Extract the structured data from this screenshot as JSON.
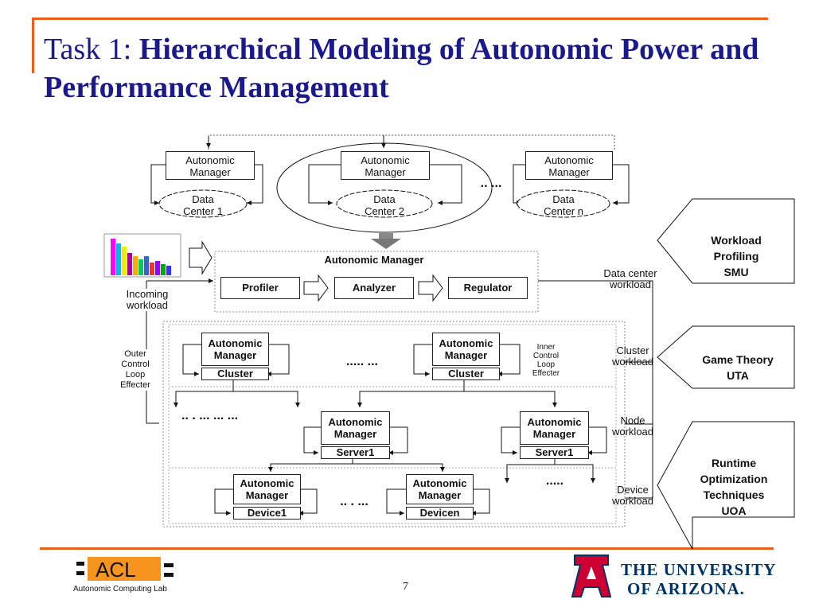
{
  "title": {
    "prefix": "Task 1: ",
    "main": "Hierarchical Modeling of Autonomic Power and Performance Management"
  },
  "top_row": {
    "am": [
      "Autonomic\nManager",
      "Autonomic\nManager",
      "Autonomic\nManager"
    ],
    "dc": [
      "Data\nCenter 1",
      "Data\nCenter 2",
      "Data\nCenter n"
    ],
    "dots": ".. ..."
  },
  "center_am": {
    "title": "Autonomic Manager",
    "profiler": "Profiler",
    "analyzer": "Analyzer",
    "regulator": "Regulator"
  },
  "labels": {
    "incoming": "Incoming\nworkload",
    "dc_workload": "Data center\nworkload",
    "outer": "Outer\nControl\nLoop\nEffecter",
    "inner": "Inner\nControl\nLoop\nEffecter",
    "cluster_workload": "Cluster\nworkload",
    "node_workload": "Node\nworkload",
    "device_workload": "Device\nworkload"
  },
  "cluster_level": {
    "am": "Autonomic\nManager",
    "unit": "Cluster",
    "dots": "..... ..."
  },
  "server_level": {
    "am": "Autonomic\nManager",
    "unit": "Server1",
    "dots_left": ".. . ... ... ...",
    "dots_right": "....."
  },
  "device_level": {
    "am": "Autonomic\nManager",
    "unit1": "Device1",
    "unitn": "Devicen",
    "dots": ".. . ..."
  },
  "side": {
    "workload": "Workload\nProfiling\nSMU",
    "game": "Game Theory\nUTA",
    "runtime": "Runtime\nOptimization\nTechniques\nUOA"
  },
  "footer": {
    "acl": "ACL",
    "lab": "Autonomic Computing Lab",
    "page": "7",
    "univ_line1": "THE UNIVERSITY",
    "univ_line2": "OF ARIZONA."
  },
  "colors": {
    "accent": "#e8601c",
    "title": "#1a1a8c",
    "acl_orange": "#f7941d",
    "arizona_red": "#cc0033",
    "arizona_navy": "#003366"
  }
}
